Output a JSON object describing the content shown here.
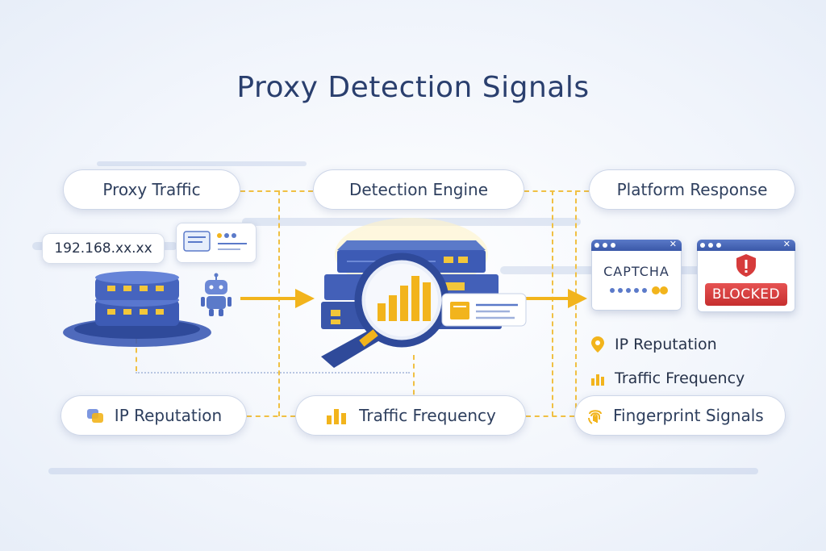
{
  "title": "Proxy Detection Signals",
  "stages": {
    "proxy_traffic": "Proxy Traffic",
    "detection_engine": "Detection Engine",
    "platform_response": "Platform Response"
  },
  "ip_address": "192.168.xx.xx",
  "bottom_signals": {
    "ip_reputation": "IP Reputation",
    "traffic_frequency": "Traffic Frequency"
  },
  "response": {
    "captcha_label": "CAPTCHA",
    "blocked_label": "BLOCKED",
    "signals": [
      {
        "icon": "location-pin-icon",
        "label": "IP Reputation"
      },
      {
        "icon": "bar-chart-icon",
        "label": "Traffic Frequency"
      },
      {
        "icon": "fingerprint-icon",
        "label": "Fingerprint Signals"
      }
    ]
  },
  "colors": {
    "navy": "#2a3f6e",
    "server_blue": "#3d5bb5",
    "accent_yellow": "#f2b41c",
    "blocked_red": "#d63b3b"
  }
}
